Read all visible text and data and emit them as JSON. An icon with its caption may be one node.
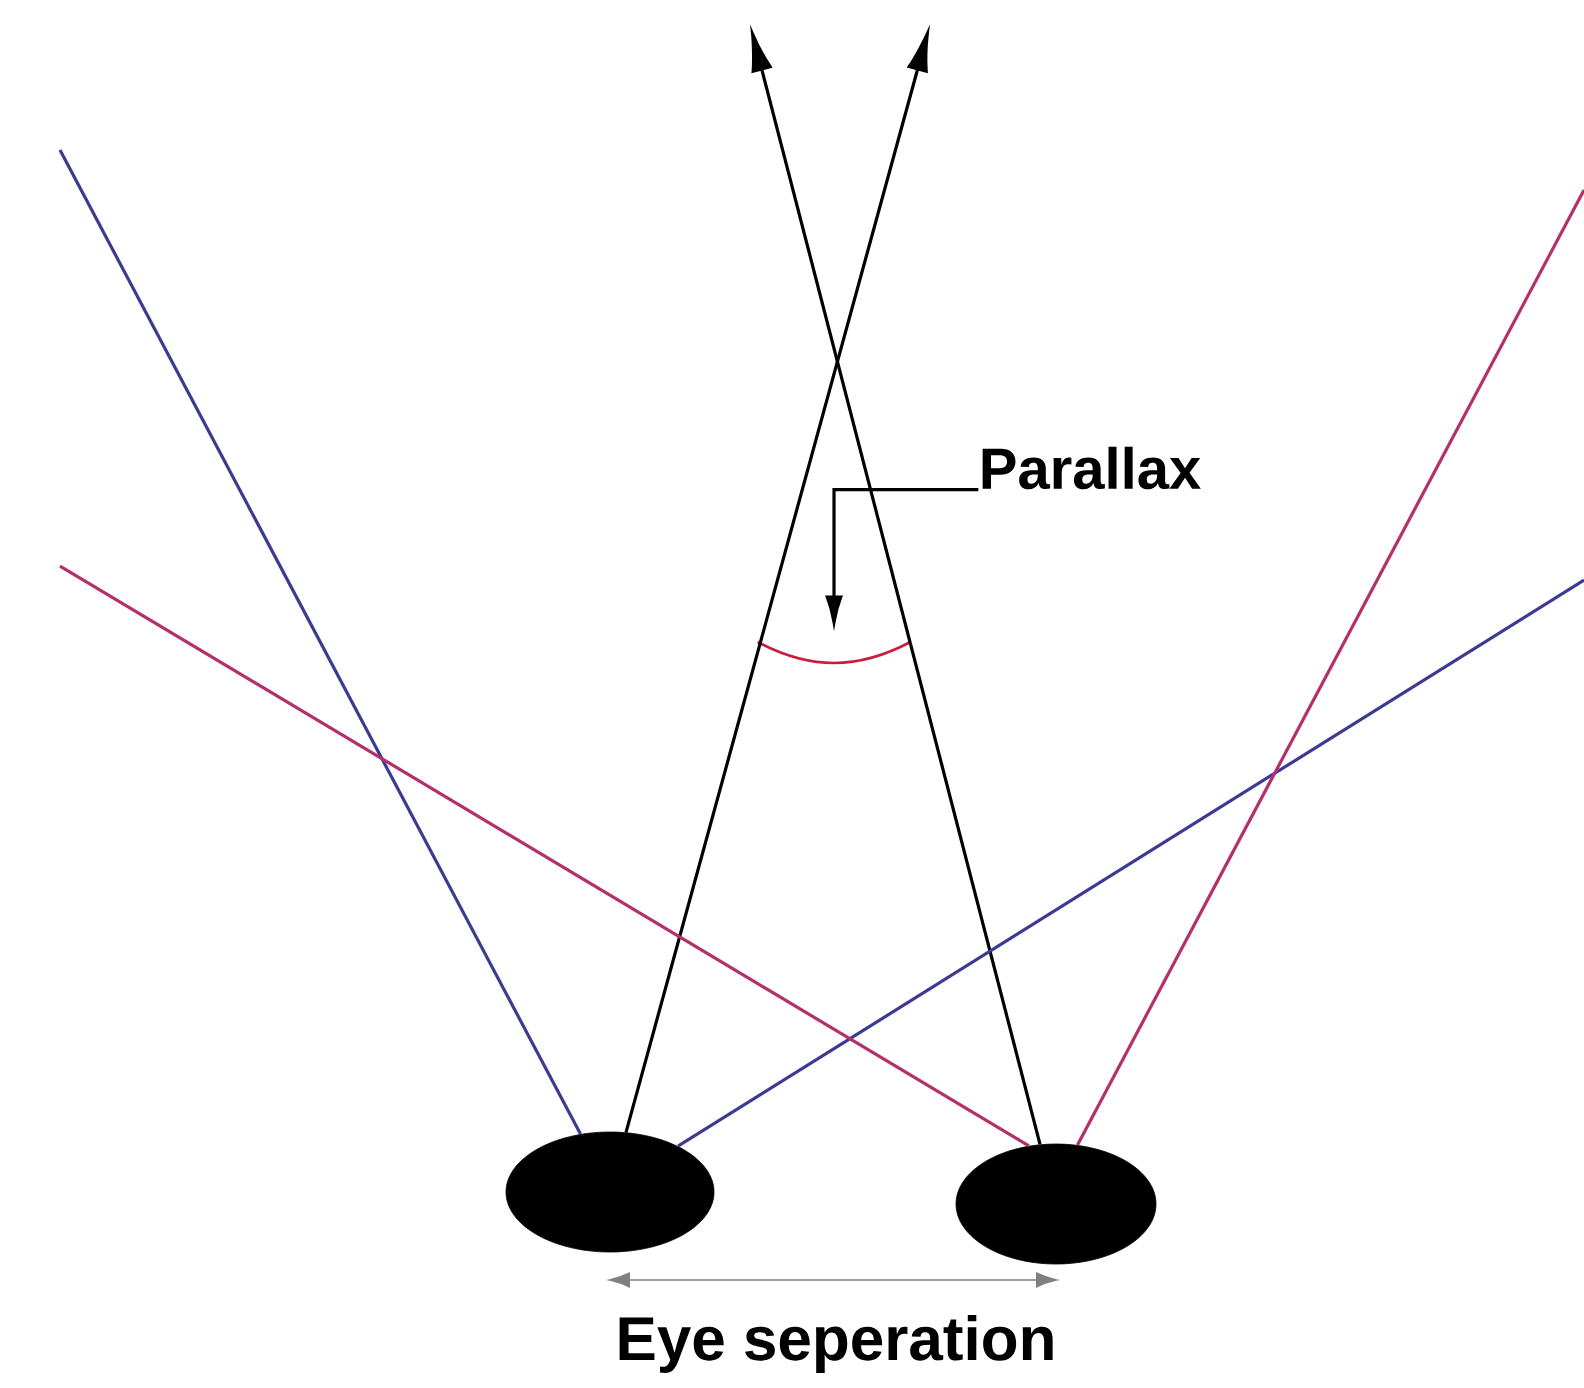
{
  "diagram": {
    "nodes": [
      {
        "text": [],
        "shape": "ellipse"
      },
      {
        "text": [],
        "shape": "ellipse"
      },
      {
        "text": [
          "Parallax"
        ]
      },
      {
        "text": [],
        "shape": "arc"
      }
    ],
    "edges": [
      {
        "from": 0,
        "to": null,
        "arrow": "to"
      },
      {
        "from": 1,
        "to": null,
        "arrow": "to"
      },
      {
        "from": 0,
        "to": null,
        "arrow": "none",
        "color": "#3b3b8f"
      },
      {
        "from": 0,
        "to": null,
        "arrow": "none",
        "color": "#3b3b8f"
      },
      {
        "from": 1,
        "to": null,
        "arrow": "none",
        "color": "#b3306b"
      },
      {
        "from": 1,
        "to": null,
        "arrow": "none",
        "color": "#b3306b"
      },
      {
        "from": 2,
        "to": 3,
        "arrow": "to"
      }
    ],
    "labels": [
      "Eye seperation"
    ]
  }
}
